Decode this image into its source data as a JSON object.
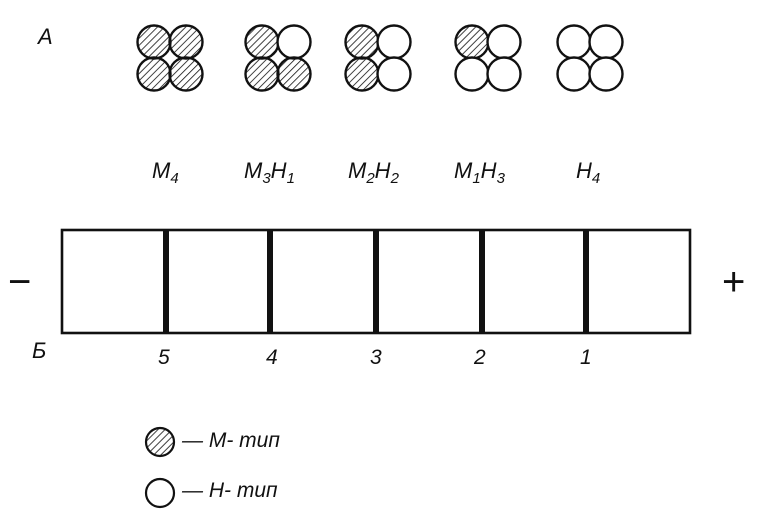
{
  "panel_a_label": "А",
  "panel_b_label": "Б",
  "tetramers": [
    {
      "code": "M4",
      "hatched": [
        true,
        true,
        true,
        true
      ],
      "label": {
        "p1": "M",
        "s1": "4",
        "p2": "",
        "s2": ""
      }
    },
    {
      "code": "M3H1",
      "hatched": [
        true,
        false,
        true,
        true
      ],
      "label": {
        "p1": "M",
        "s1": "3",
        "p2": "H",
        "s2": "1"
      }
    },
    {
      "code": "M2H2",
      "hatched": [
        true,
        false,
        true,
        false
      ],
      "label": {
        "p1": "M",
        "s1": "2",
        "p2": "H",
        "s2": "2"
      }
    },
    {
      "code": "M1H3",
      "hatched": [
        true,
        false,
        false,
        false
      ],
      "label": {
        "p1": "M",
        "s1": "1",
        "p2": "H",
        "s2": "3"
      }
    },
    {
      "code": "H4",
      "hatched": [
        false,
        false,
        false,
        false
      ],
      "label": {
        "p1": "H",
        "s1": "4",
        "p2": "",
        "s2": ""
      }
    }
  ],
  "bands": [
    "5",
    "4",
    "3",
    "2",
    "1"
  ],
  "minus_sign": "−",
  "plus_sign": "+",
  "legend": [
    {
      "hatched": true,
      "text": "— M- тип"
    },
    {
      "hatched": false,
      "text": "— H- тип"
    }
  ]
}
